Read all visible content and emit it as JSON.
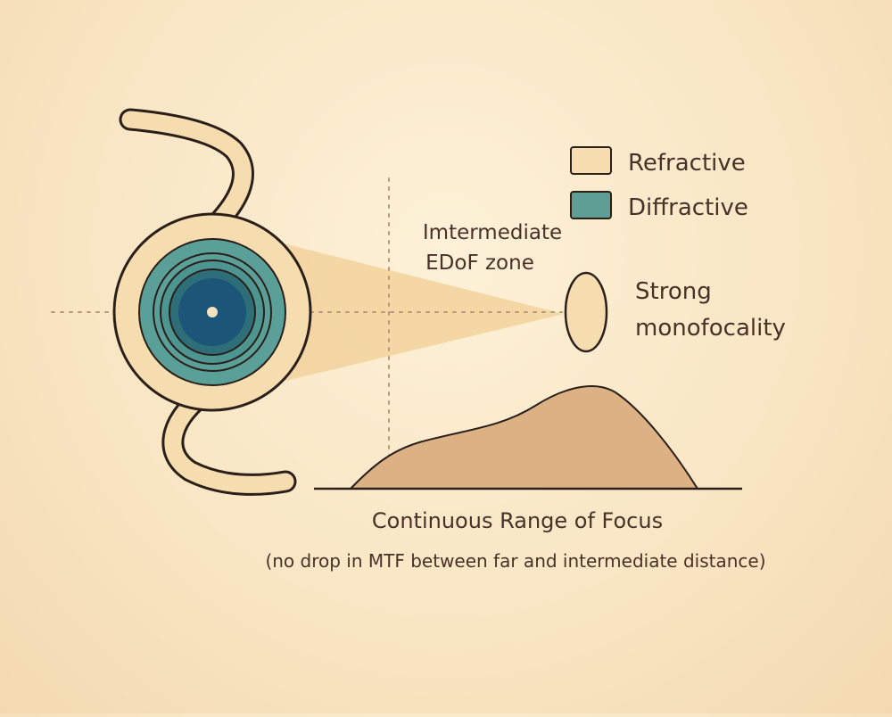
{
  "legend": {
    "refractive_label": "Refractive",
    "diffractive_label": "Diffractive",
    "refractive_color": "#f6ddb0",
    "diffractive_color": "#5e9e94"
  },
  "labels": {
    "intermediate_line1": "Imtermediate",
    "intermediate_line2": "EDoF zone",
    "strong_line1": "Strong",
    "strong_line2": "monofocality"
  },
  "caption": {
    "title": "Continuous Range of Focus",
    "subtitle": "(no drop in MTF between far and intermediate distance)"
  },
  "colors": {
    "background": "#f8e5c2",
    "outline": "#2b1f1a",
    "lens_body": "#f6ddb0",
    "ring_teal": "#4d9590",
    "ring_dark": "#2d6e78",
    "core_blue": "#1b5678",
    "light_cone": "#f1d199",
    "curve_fill": "#dcb284",
    "text": "#4a3128",
    "guide_line": "#b89a7a"
  }
}
